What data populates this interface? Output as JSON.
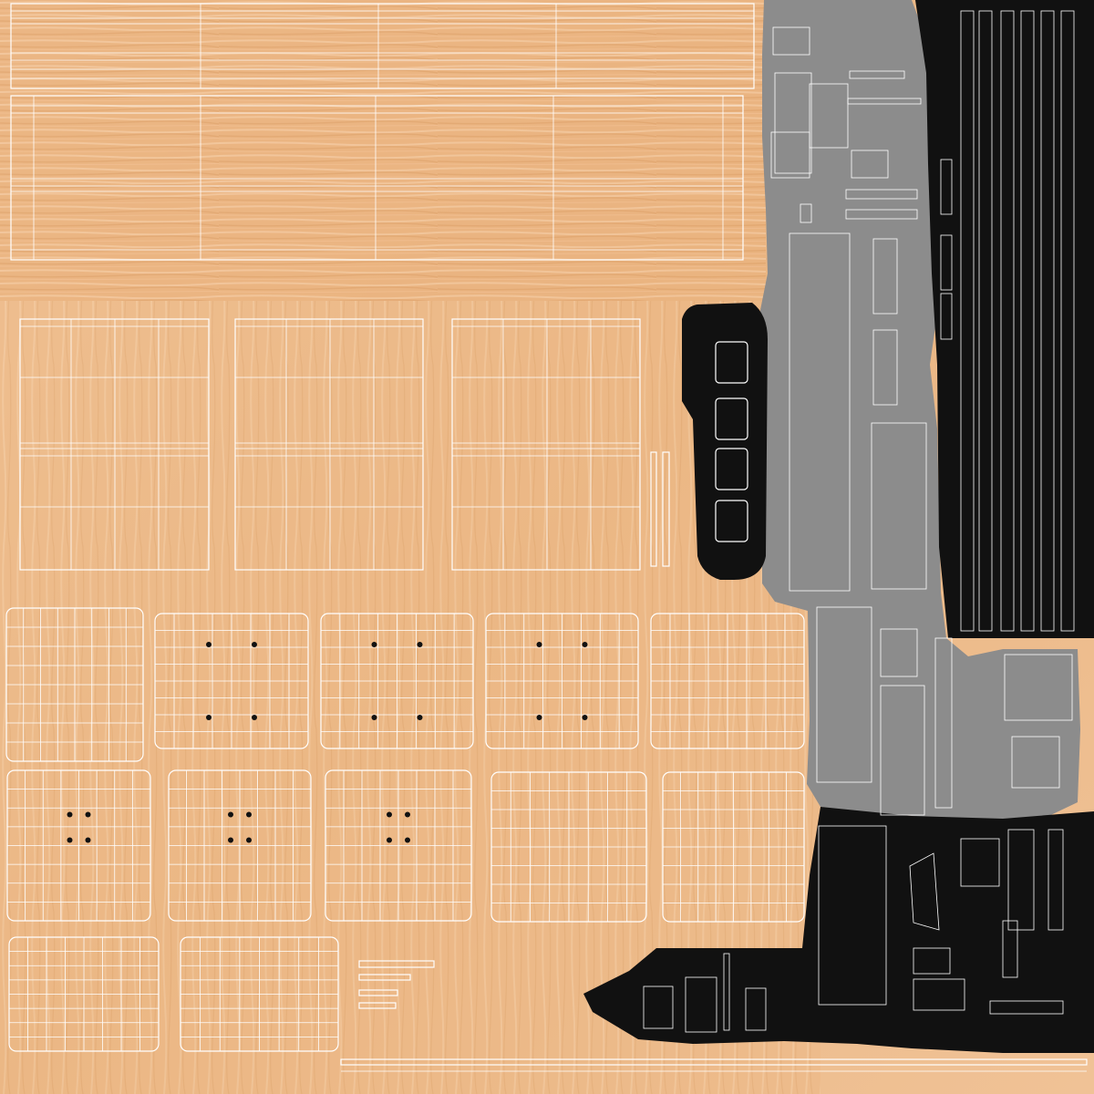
{
  "texture": {
    "wood_light": "#f1c49a",
    "wood_mid": "#e9b27f",
    "wood_dark": "#d99b62",
    "grain": "#c98a52",
    "wire": "#ffffff",
    "grey_material": "#8c8c8c",
    "black_material": "#111111",
    "hole": "#111111"
  },
  "panels": {
    "top_boards": 2,
    "upper_panels": 3,
    "mid_tiles": 10,
    "bottom_tiles": 2,
    "drilled_tiles": 6,
    "drill_holes_per_tile": 4
  }
}
